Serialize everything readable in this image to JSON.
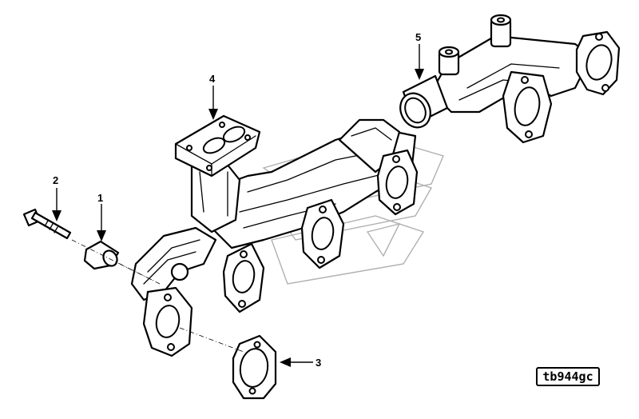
{
  "figure": {
    "id_label": "tb944gc"
  },
  "callouts": [
    {
      "number": "1",
      "part": "spacer"
    },
    {
      "number": "2",
      "part": "capscrew"
    },
    {
      "number": "3",
      "part": "gasket"
    },
    {
      "number": "4",
      "part": "turbo-mounting-flange"
    },
    {
      "number": "5",
      "part": "manifold-rear-outlet"
    }
  ],
  "colors": {
    "line": "#000000",
    "background": "#ffffff",
    "ghost_outline": "#b0b0b0"
  }
}
